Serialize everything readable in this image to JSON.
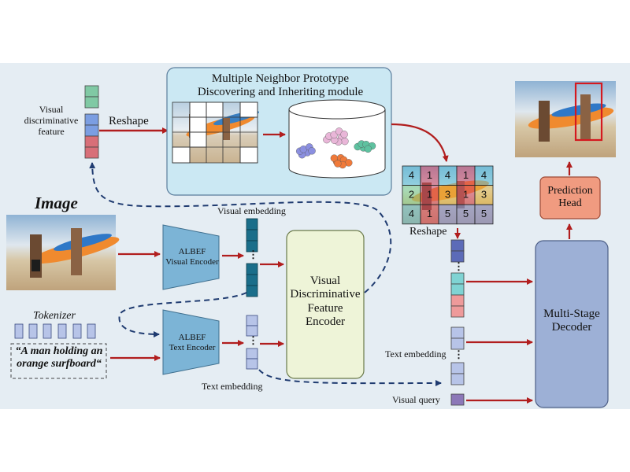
{
  "labels": {
    "visual_disc_feature": [
      "Visual",
      "discriminative",
      "feature"
    ],
    "reshape_top": "Reshape",
    "reshape_mid": "Reshape",
    "module_title": [
      "Multiple Neighbor Prototype",
      "Discovering and Inheriting module"
    ],
    "image": "Image",
    "visual_embedding": "Visual embedding",
    "text_embedding_left": "Text embedding",
    "text_embedding_right": "Text embedding",
    "visual_query": "Visual query",
    "tokenizer": "Tokenizer",
    "caption": [
      "“A man holding an",
      "orange surfboard“"
    ],
    "albef_visual": [
      "ALBEF",
      "Visual Encoder"
    ],
    "albef_text": [
      "ALBEF",
      "Text Encoder"
    ],
    "vdfe": [
      "Visual",
      "Discriminative",
      "Feature",
      "Encoder"
    ],
    "prediction_head": [
      "Prediction",
      "Head"
    ],
    "decoder": [
      "Multi-Stage",
      "Decoder"
    ],
    "ellipsis": "⋮"
  },
  "grid_numbers": [
    [
      "4",
      "1",
      "4",
      "1",
      "4"
    ],
    [
      "2",
      "1",
      "3",
      "1",
      "3"
    ],
    [
      "4",
      "1",
      "5",
      "5",
      "5"
    ]
  ],
  "colors": {
    "background": "#e5edf3",
    "arrow": "#b11e1e",
    "dashed": "#1f3b70",
    "module_fill": "#cbe8f3",
    "encoder_fill": "#7cb4d6",
    "vdfe_fill": "#eef4d8",
    "decoder_fill": "#9db0d6",
    "prediction_fill": "#f09b80",
    "teal_token": "#1a6e8a",
    "green_token": "#80c9a4",
    "blue_token": "#7b9ee2",
    "red_token": "#d86f78",
    "text_token": "#b7c4e8",
    "query_token": "#8c78b8"
  }
}
